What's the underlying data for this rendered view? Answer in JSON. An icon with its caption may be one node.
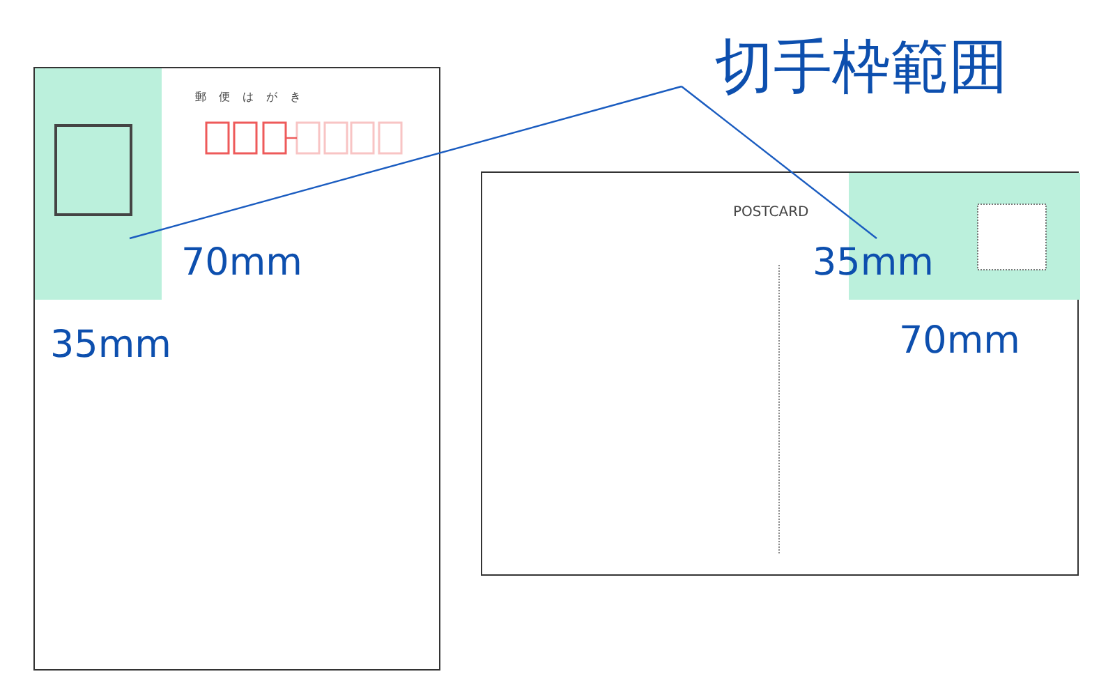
{
  "diagram": {
    "nodes": [
      {
        "text": [
          "郵便はがき"
        ]
      },
      {
        "text": [],
        "shape": "box",
        "in": 0
      },
      {
        "text": [
          "POSTCARD"
        ]
      },
      {
        "text": [],
        "shape": "box",
        "in": 2
      },
      {
        "text": [
          "切手枠範囲"
        ]
      }
    ],
    "edges": [
      {
        "from": 4,
        "to": 1,
        "arrow": "none"
      },
      {
        "from": 4,
        "to": 3,
        "arrow": "none"
      }
    ],
    "labels": [
      "70mm",
      "35mm",
      "35mm",
      "70mm"
    ]
  }
}
